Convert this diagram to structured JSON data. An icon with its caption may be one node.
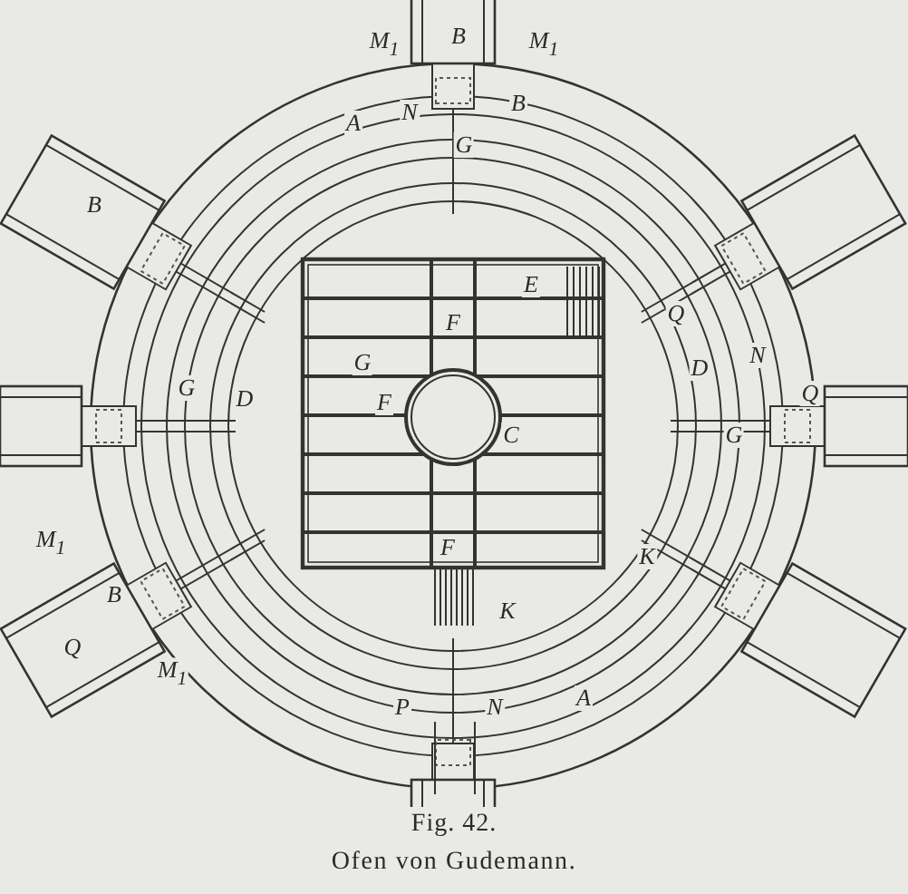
{
  "diagram": {
    "caption": "Ofen von Gudemann.",
    "labels": [
      "M$_{1}$",
      "B",
      "M$_{1}$",
      "A",
      "N",
      "B",
      "G",
      "B",
      "E",
      "F",
      "Q",
      "G",
      "D",
      "N",
      "G",
      "D",
      "F",
      "Q",
      "C",
      "G",
      "M$_{1}$",
      "F",
      "K",
      "B",
      "K",
      "Q",
      "M$_{1}$",
      "P",
      "N",
      "A",
      "Fig. 42."
    ]
  }
}
